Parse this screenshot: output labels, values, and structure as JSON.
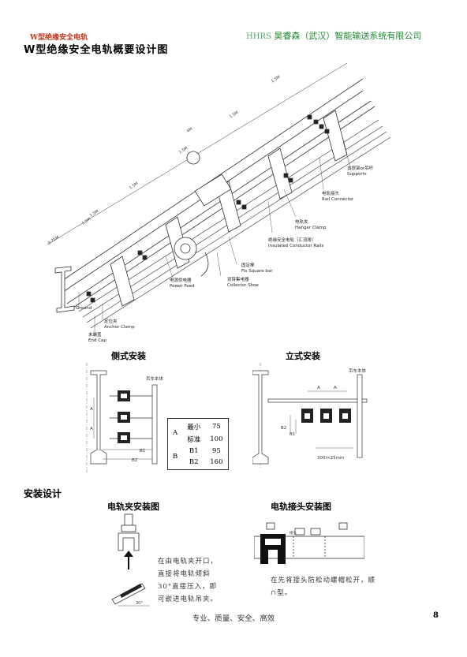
{
  "header": {
    "left": "W型绝缘安全电轨",
    "brand": "HHRS",
    "company": "昊睿森（武汉）智能输送系统有限公司"
  },
  "title": "W型绝缘安全电轨概要设计图",
  "main_diagram": {
    "callouts": [
      {
        "cn": "支撑架or吊杆",
        "en": "Supports"
      },
      {
        "cn": "电轨接头",
        "en": "Rail Connector"
      },
      {
        "cn": "电轨夹",
        "en": "Hanger Clamp"
      },
      {
        "cn": "绝缘安全电轨（汇流排）",
        "en": "Insulated Conductor Rails"
      },
      {
        "cn": "固定棒",
        "en": "Fix Square bar"
      },
      {
        "cn": "双臂集电器",
        "en": "Collector Shoe"
      },
      {
        "cn": "电源供电器",
        "en": "Power Feed"
      },
      {
        "cn": "",
        "en": "Ground"
      },
      {
        "cn": "定位夹",
        "en": "Anchor Clamp"
      },
      {
        "cn": "末端盖",
        "en": "End Cap"
      }
    ],
    "dimensions": [
      "1.5M",
      "1.5M",
      "4M",
      "1.5M",
      "1.5M",
      "1.5M",
      "0.75M",
      "1.5M"
    ]
  },
  "side_install": {
    "title": "侧式安装",
    "label_top": "吊车本体",
    "labels": [
      "A",
      "A",
      "B1",
      "B2"
    ]
  },
  "spec_table": {
    "A_label": "A",
    "B_label": "B",
    "rows": [
      {
        "name": "最小",
        "value": "75"
      },
      {
        "name": "标准",
        "value": "100"
      },
      {
        "name": "B1",
        "value": "95"
      },
      {
        "name": "B2",
        "value": "160"
      }
    ]
  },
  "vertical_install": {
    "title": "立式安装",
    "label_top": "吊车本体",
    "labels": [
      "A",
      "A",
      "B2",
      "B1"
    ],
    "bar_label": "300l×25mm"
  },
  "install_design": {
    "title": "安装设计",
    "clamp_title": "电轨夹安装图",
    "clamp_text": [
      "在由电轨夹开口，",
      "直接将电轨倾斜",
      "30°直接压入，即",
      "可嵌进电轨吊夹。"
    ],
    "clamp_angle": "30°",
    "joint_title": "电轨接头安装图",
    "joint_text": [
      "在先将接头防松动螺帽松开，顺",
      "∩型。"
    ],
    "joint_label": "接头"
  },
  "footer": {
    "text": "专业、质量、安全、高效",
    "page": "8"
  }
}
